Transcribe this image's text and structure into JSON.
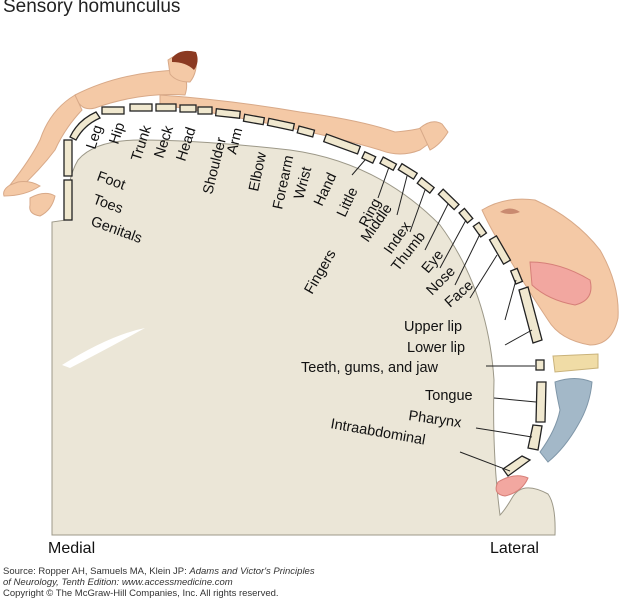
{
  "title": "Sensory homunculus",
  "labels": {
    "leg": "Leg",
    "hip": "Hip",
    "trunk": "Trunk",
    "neck": "Neck",
    "head": "Head",
    "shoulder": "Shoulder",
    "arm": "Arm",
    "elbow": "Elbow",
    "forearm": "Forearm",
    "wrist": "Wrist",
    "hand": "Hand",
    "little": "Little",
    "ring": "Ring",
    "middle": "Middle",
    "index": "Index",
    "thumb": "Thumb",
    "eye": "Eye",
    "nose": "Nose",
    "face": "Face",
    "fingers": "Fingers",
    "foot": "Foot",
    "toes": "Toes",
    "genitals": "Genitals",
    "upper_lip": "Upper lip",
    "lower_lip": "Lower lip",
    "teeth": "Teeth, gums, and jaw",
    "tongue": "Tongue",
    "pharynx": "Pharynx",
    "intraabdominal": "Intraabdominal"
  },
  "axis": {
    "medial": "Medial",
    "lateral": "Lateral"
  },
  "source": {
    "prefix": "Source: Ropper AH, Samuels MA, Klein JP: ",
    "book": "Adams and Victor's Principles",
    "line2": "of Neurology, Tenth Edition: www.accessmedicine.com",
    "line3": "Copyright © The McGraw-Hill Companies, Inc. All rights reserved."
  },
  "colors": {
    "cortex": "#ebe6d7",
    "bar": "#f0e8cf",
    "skin": "#f4c9a6",
    "hair": "#8b3a22",
    "tongue": "#a3b8c8",
    "lip": "#f2a7a0"
  }
}
